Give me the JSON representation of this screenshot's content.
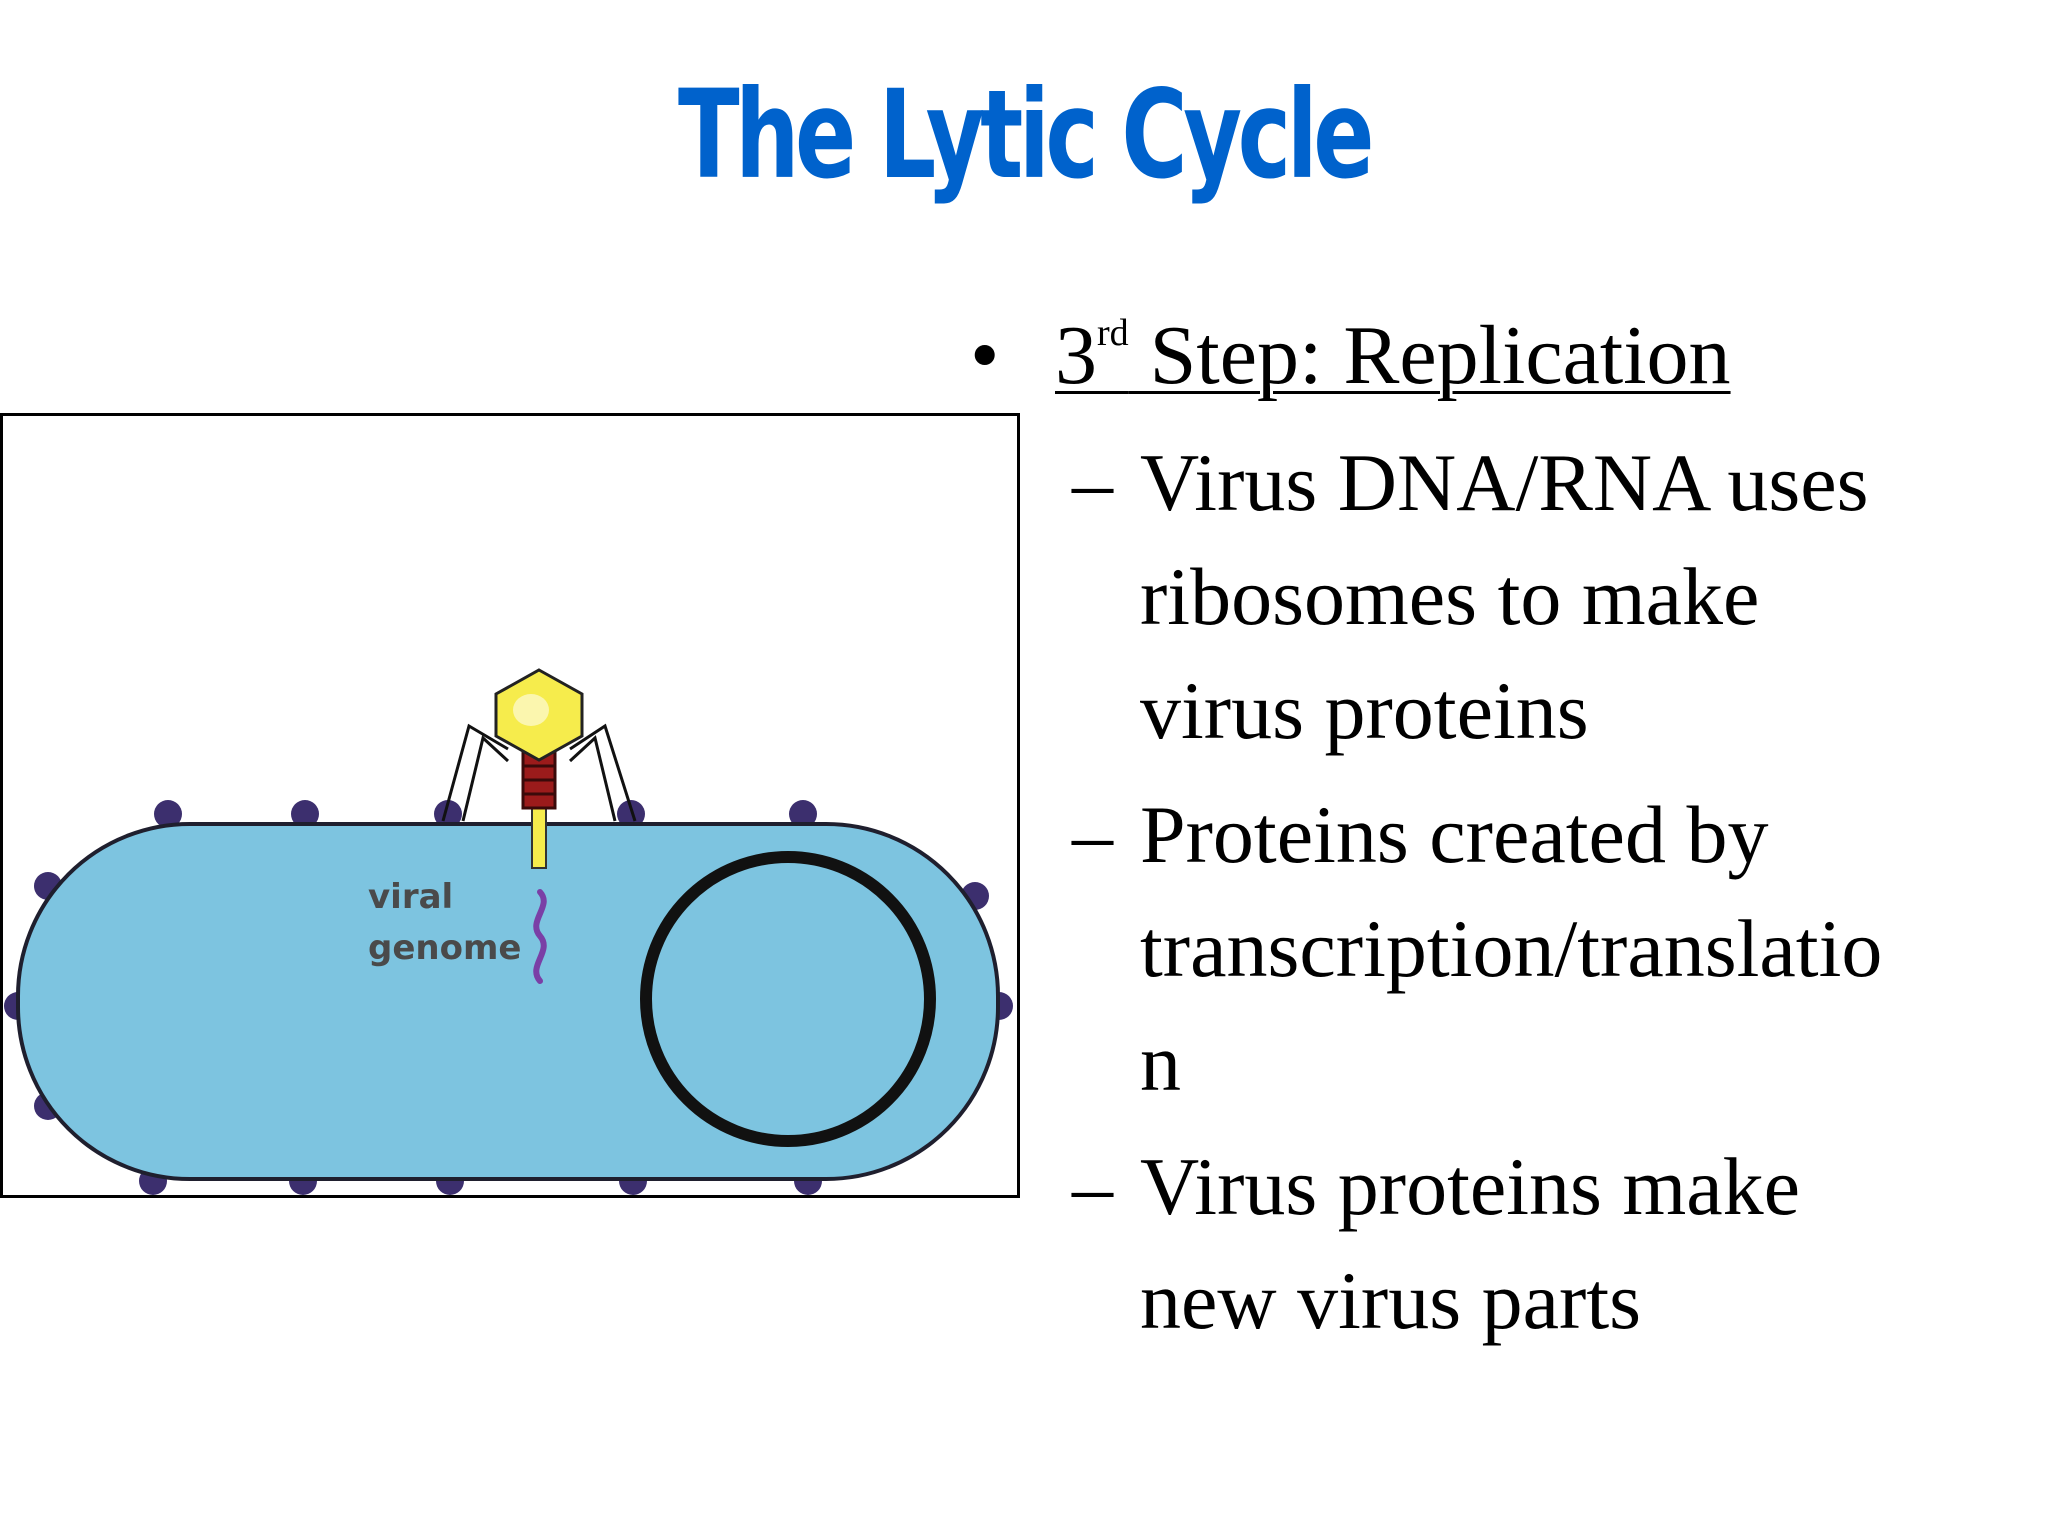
{
  "slide": {
    "title": "The Lytic Cycle",
    "title_color": "#0062CC"
  },
  "figure": {
    "label_line_1": "viral",
    "label_line_2": "genome",
    "colors": {
      "cell_fill": "#7DC4E0",
      "cell_stroke": "#1F1F2E",
      "pili": "#3C2F6E",
      "phage_head": "#F6EC4C",
      "phage_tail": "#9B1B1B",
      "genome_strand": "#7A3FA6"
    }
  },
  "bullets": {
    "main": {
      "marker": "•",
      "number": "3",
      "ordinal_suffix": "rd",
      "text": " Step: Replication"
    },
    "dash": "–",
    "items": [
      {
        "lines": [
          "Virus DNA/RNA uses",
          "ribosomes to make",
          "virus proteins"
        ]
      },
      {
        "lines": [
          "Proteins created by",
          "transcription/translatio",
          "n"
        ]
      },
      {
        "lines": [
          "Virus proteins make",
          "new virus parts"
        ]
      }
    ]
  }
}
